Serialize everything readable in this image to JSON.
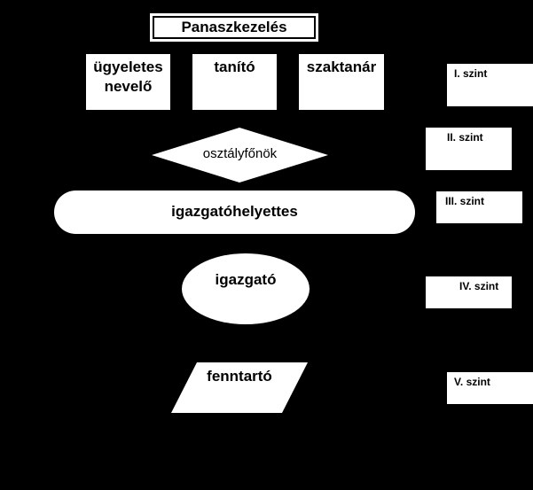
{
  "diagram": {
    "title": "Panaszkezelés",
    "roles": [
      {
        "label": "ügyeletes nevelő"
      },
      {
        "label": "tanító"
      },
      {
        "label": "szaktanár"
      }
    ],
    "nodes": {
      "diamond": "osztályfőnök",
      "pill": "igazgatóhelyettes",
      "ellipse": "igazgató",
      "parallelogram": "fenntartó"
    },
    "levels": [
      "I. szint",
      "II. szint",
      "III. szint",
      "IV. szint",
      "V. szint"
    ],
    "colors": {
      "background": "#000000",
      "shape_fill": "#ffffff",
      "text": "#000000"
    }
  }
}
